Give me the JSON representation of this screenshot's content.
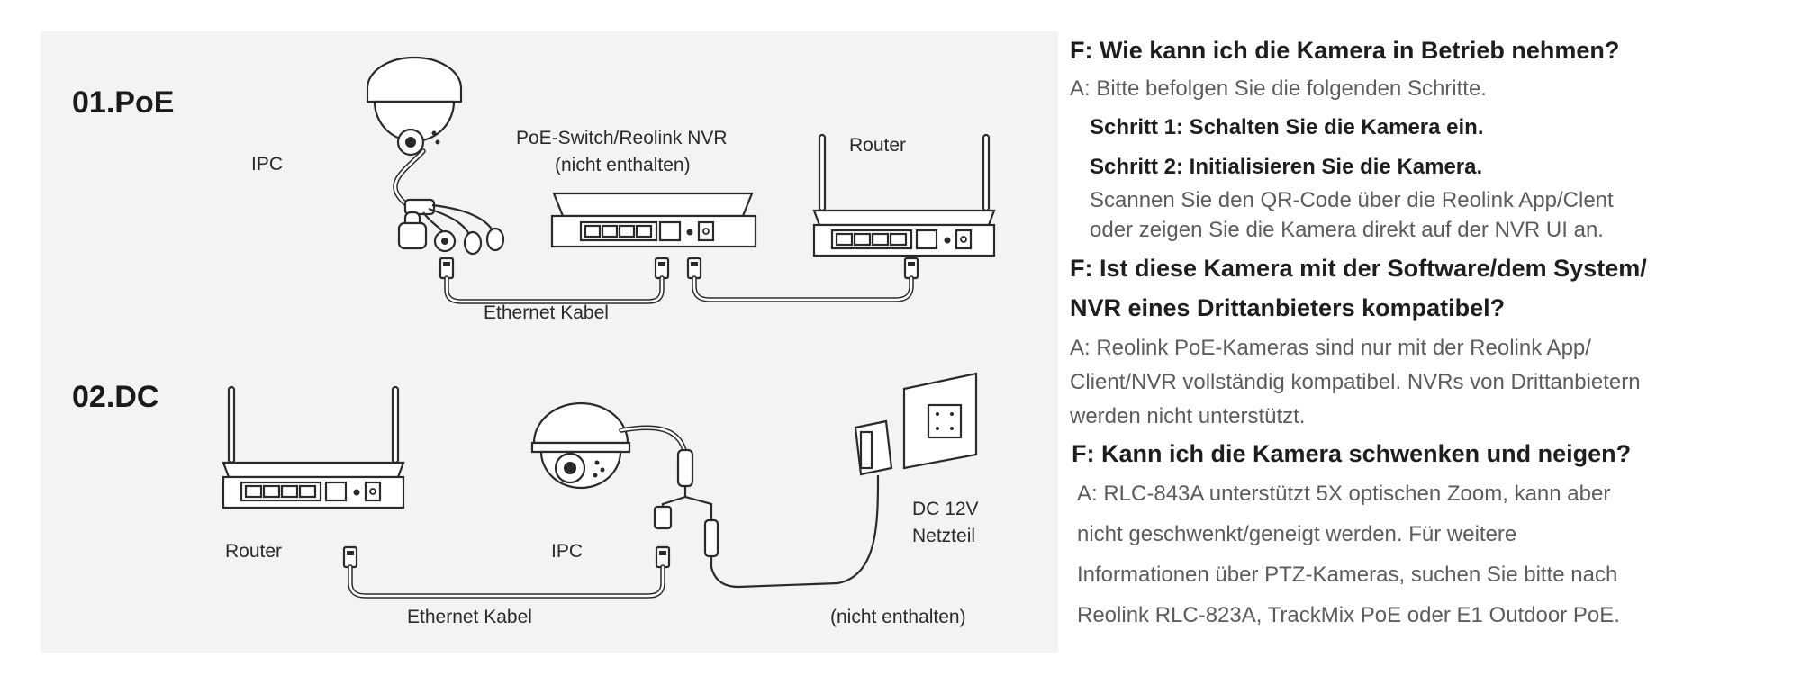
{
  "diagram": {
    "poe": {
      "title": "01.PoE",
      "ipc_label": "IPC",
      "switch_label_line1": "PoE-Switch/Reolink NVR",
      "switch_label_line2": "(nicht enthalten)",
      "router_label": "Router",
      "cable_label": "Ethernet Kabel"
    },
    "dc": {
      "title": "02.DC",
      "router_label": "Router",
      "ipc_label": "IPC",
      "power_label_line1": "DC 12V",
      "power_label_line2": "Netzteil",
      "cable_label": "Ethernet Kabel",
      "not_included": "(nicht enthalten)"
    }
  },
  "faq": {
    "q1": "F: Wie kann ich die Kamera in Betrieb nehmen?",
    "a1": "A: Bitte befolgen Sie die folgenden Schritte.",
    "step1": "Schritt 1: Schalten Sie die Kamera ein.",
    "step2": "Schritt 2: Initialisieren Sie die Kamera.",
    "step2_desc_line1": "Scannen Sie den QR-Code über die Reolink App/Clent",
    "step2_desc_line2": "oder zeigen Sie die Kamera direkt auf der NVR UI an.",
    "q2_line1": "F: Ist diese Kamera mit der Software/dem System/",
    "q2_line2": "NVR eines Drittanbieters kompatibel?",
    "a2_line1": "A: Reolink PoE-Kameras sind nur mit der Reolink App/",
    "a2_line2": "Client/NVR vollständig kompatibel. NVRs von Drittanbietern",
    "a2_line3": "werden nicht unterstützt.",
    "q3": "F: Kann ich die Kamera schwenken und neigen?",
    "a3_line1": "A: RLC-843A unterstützt 5X optischen Zoom, kann aber",
    "a3_line2": "nicht geschwenkt/geneigt werden. Für weitere",
    "a3_line3": "Informationen über PTZ-Kameras, suchen Sie bitte nach",
    "a3_line4": "Reolink RLC-823A, TrackMix PoE oder E1 Outdoor PoE."
  }
}
